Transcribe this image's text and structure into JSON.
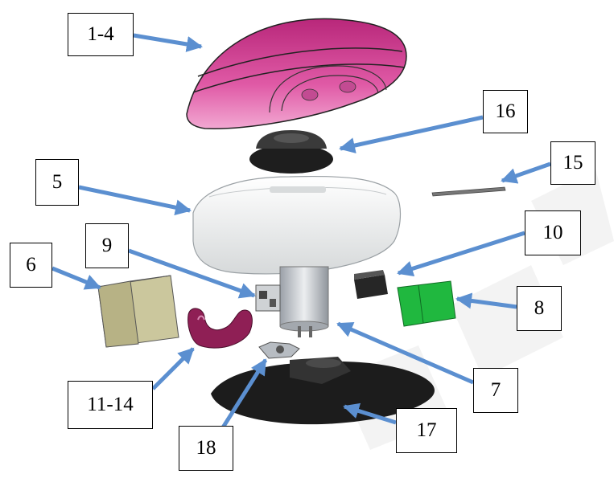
{
  "diagram": {
    "callouts": [
      {
        "id": "c1",
        "label": "1-4"
      },
      {
        "id": "c16",
        "label": "16"
      },
      {
        "id": "c15",
        "label": "15"
      },
      {
        "id": "c5",
        "label": "5"
      },
      {
        "id": "c9",
        "label": "9"
      },
      {
        "id": "c10",
        "label": "10"
      },
      {
        "id": "c6",
        "label": "6"
      },
      {
        "id": "c8",
        "label": "8"
      },
      {
        "id": "c7",
        "label": "7"
      },
      {
        "id": "c11",
        "label": "11-14"
      },
      {
        "id": "c18",
        "label": "18"
      },
      {
        "id": "c17",
        "label": "17"
      }
    ]
  },
  "colors": {
    "arrow": "#5b8fd0",
    "dome": "#d6338c",
    "cover": "#eef0f0",
    "box_olive": "#c9c49a",
    "green_part": "#1fb53c",
    "dark_part": "#2b2b2b",
    "watermark": "#f2f2f2"
  }
}
